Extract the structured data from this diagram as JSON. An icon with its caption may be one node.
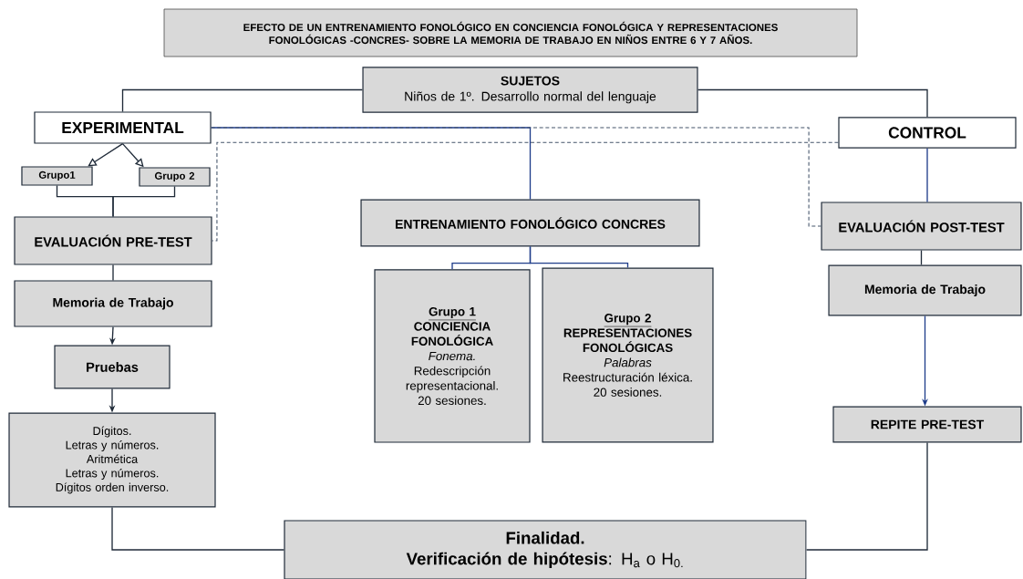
{
  "diagram": {
    "title": "EFECTO DE UN ENTRENAMIENTO FONOLÓGICO EN CONCIENCIA FONOLÓGICA Y REPRESENTACIONES FONOLÓGICAS -CONCRES- SOBRE LA MEMORIA DE TRABAJO EN NIÑOS ENTRE 6 Y 7 AÑOS.",
    "nodes": [
      {
        "text": [
          "SUJETOS",
          "Niños de 1º. Desarrollo normal del lenguaje"
        ]
      },
      {
        "text": [
          "EXPERIMENTAL"
        ]
      },
      {
        "text": [
          "CONTROL"
        ]
      },
      {
        "text": [
          "Grupo1"
        ]
      },
      {
        "text": [
          "Grupo 2"
        ]
      },
      {
        "text": [
          "EVALUACIÓN PRE-TEST"
        ]
      },
      {
        "text": [
          "ENTRENAMIENTO FONOLÓGICO CONCRES"
        ]
      },
      {
        "text": [
          "EVALUACIÓN POST-TEST"
        ]
      },
      {
        "text": [
          "Memoria de Trabajo"
        ]
      },
      {
        "text": [
          "Memoria de Trabajo"
        ]
      },
      {
        "text": [
          "Grupo 1",
          "CONCIENCIA FONOLÓGICA",
          "Fonema.",
          "Redescripción representacional.",
          "20 sesiones."
        ]
      },
      {
        "text": [
          "Grupo 2",
          "REPRESENTACIONES FONOLÓGICAS",
          "Palabras",
          "Reestructuración léxica.",
          "20 sesiones."
        ]
      },
      {
        "text": [
          "Pruebas"
        ]
      },
      {
        "text": [
          "REPITE PRE-TEST"
        ]
      },
      {
        "text": [
          "Dígitos.",
          "Letras y números.",
          "Aritmética",
          "Letras y números.",
          "Dígitos orden inverso."
        ]
      },
      {
        "text": [
          "Finalidad.",
          "**Verificación de hipótesis**: H$_{a}$ o H$_{0.}$"
        ]
      }
    ],
    "edges": [
      {
        "from": 0,
        "to": 1,
        "arrow": "none"
      },
      {
        "from": 0,
        "to": 2,
        "arrow": "none"
      },
      {
        "from": 1,
        "to": 3,
        "arrow": "to"
      },
      {
        "from": 1,
        "to": 4,
        "arrow": "to"
      },
      {
        "from": 3,
        "to": 5,
        "arrow": "none"
      },
      {
        "from": 4,
        "to": 5,
        "arrow": "none"
      },
      {
        "from": 1,
        "to": 6,
        "arrow": "none",
        "color": "#1f3d8a"
      },
      {
        "from": 1,
        "to": 7,
        "arrow": "none",
        "style": "dashed",
        "color": "#44546a"
      },
      {
        "from": 2,
        "to": 5,
        "arrow": "none",
        "style": "dashed",
        "color": "#44546a"
      },
      {
        "from": 2,
        "to": 7,
        "arrow": "none",
        "color": "#1f3d8a"
      },
      {
        "from": 5,
        "to": 8,
        "arrow": "none"
      },
      {
        "from": 8,
        "to": 12,
        "arrow": "to"
      },
      {
        "from": 12,
        "to": 14,
        "arrow": "to"
      },
      {
        "from": 6,
        "to": 10,
        "arrow": "none",
        "color": "#1f3d8a"
      },
      {
        "from": 6,
        "to": 11,
        "arrow": "none",
        "color": "#1f3d8a"
      },
      {
        "from": 7,
        "to": 9,
        "arrow": "none"
      },
      {
        "from": 9,
        "to": 13,
        "arrow": "to",
        "color": "#1f3d8a"
      },
      {
        "from": 14,
        "to": 15,
        "arrow": "none"
      },
      {
        "from": 13,
        "to": 15,
        "arrow": "none"
      }
    ]
  }
}
